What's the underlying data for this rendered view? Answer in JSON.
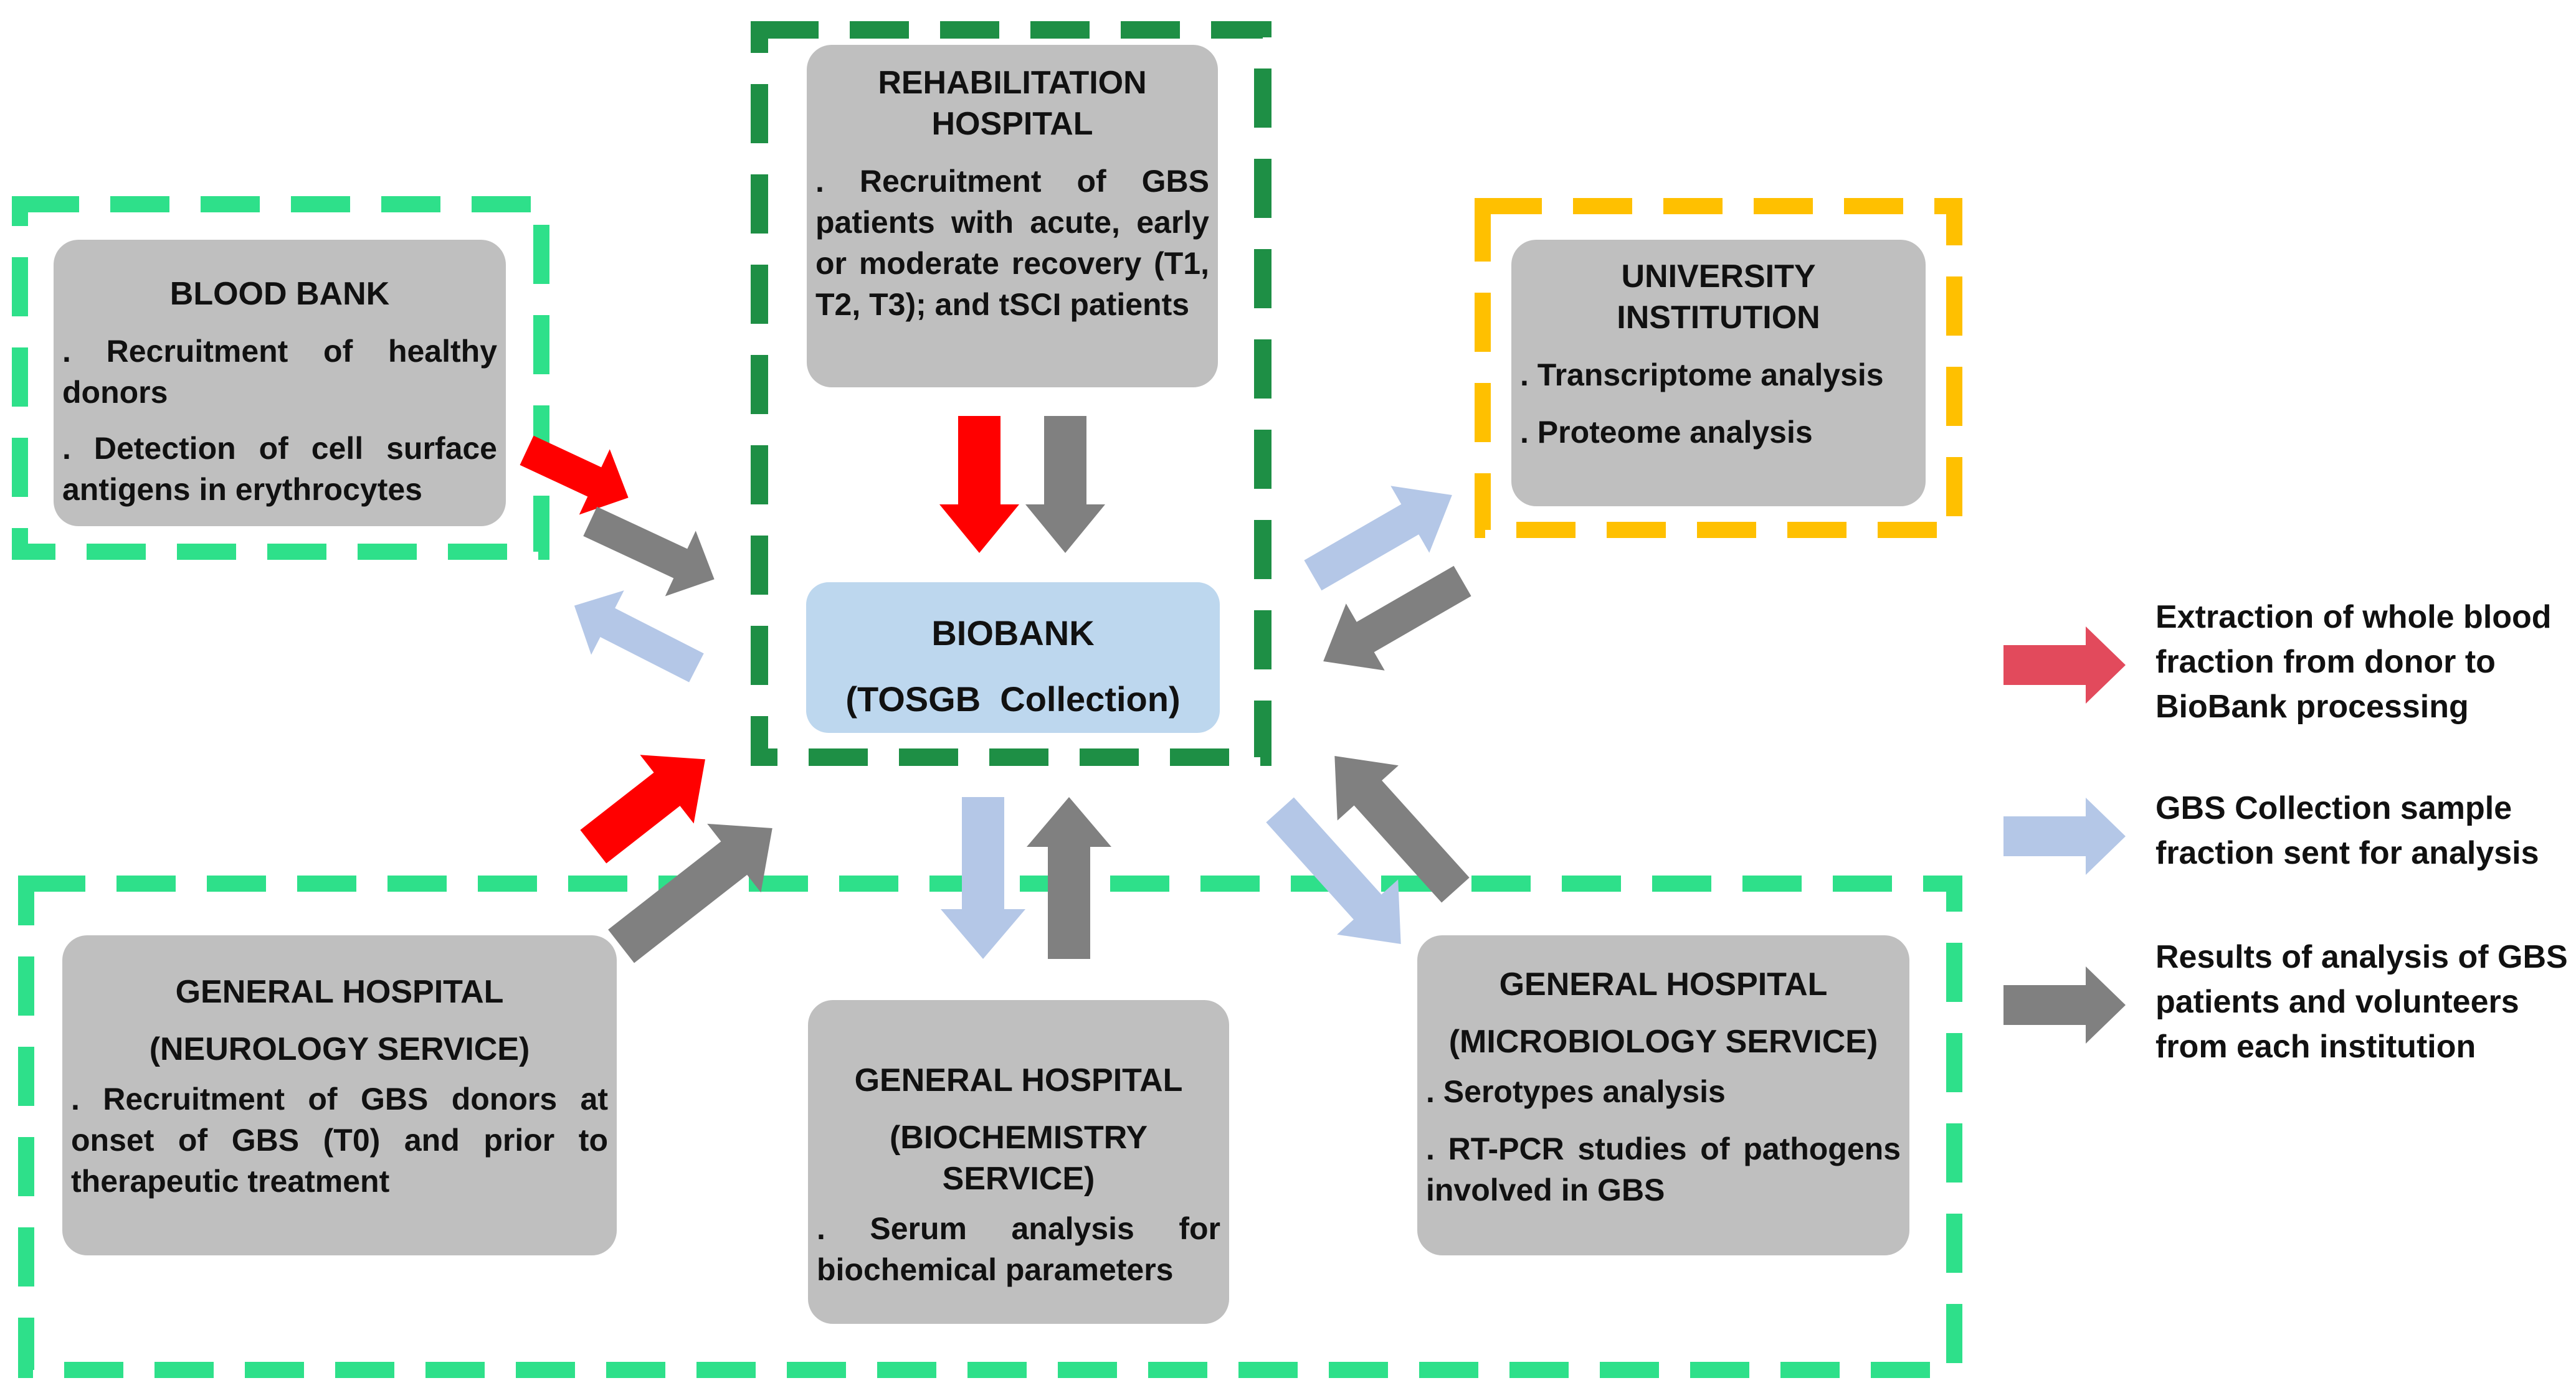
{
  "colors": {
    "background": "#ffffff",
    "box_gray": "#bfbfbf",
    "biobank_blue": "#bdd7ee",
    "arrow_red": "#ff0000",
    "arrow_gray": "#808080",
    "arrow_lightblue": "#b4c7e7",
    "legend_red": "#e24a5c",
    "dash_green_dark": "#1e8f45",
    "dash_green_light": "#2ee08a",
    "dash_yellow": "#ffc000"
  },
  "nodes": {
    "rehab": {
      "title_lines": [
        "REHABILITATION HOSPITAL"
      ],
      "items": [
        ". Recruitment of GBS patients with acute, early or moderate recovery (T1, T2, T3); and tSCI patients"
      ]
    },
    "bloodbank": {
      "title_lines": [
        "BLOOD BANK"
      ],
      "items": [
        ". Recruitment of healthy donors",
        ". Detection of cell surface antigens in erythrocytes"
      ]
    },
    "university": {
      "title_lines": [
        "UNIVERSITY INSTITUTION"
      ],
      "items": [
        ". Transcriptome analysis",
        ". Proteome analysis"
      ]
    },
    "biobank": {
      "line1": "BIOBANK",
      "line2": "(TOSGB  Collection)"
    },
    "neuro": {
      "title_lines": [
        "GENERAL HOSPITAL",
        "(NEUROLOGY SERVICE)"
      ],
      "items": [
        ". Recruitment of GBS donors at onset of GBS (T0) and prior to therapeutic treatment"
      ]
    },
    "biochem": {
      "title_lines": [
        "GENERAL HOSPITAL",
        "(BIOCHEMISTRY SERVICE)"
      ],
      "items": [
        ". Serum analysis for biochemical parameters"
      ]
    },
    "micro": {
      "title_lines": [
        "GENERAL HOSPITAL",
        "(MICROBIOLOGY SERVICE)"
      ],
      "items": [
        ". Serotypes analysis",
        ". RT-PCR studies of pathogens involved in GBS"
      ]
    }
  },
  "legend": [
    {
      "color": "legend_red",
      "text": "Extraction of whole blood\nfraction from donor to\nBioBank processing"
    },
    {
      "color": "arrow_lightblue",
      "text": "GBS Collection sample\nfraction sent for analysis"
    },
    {
      "color": "arrow_gray",
      "text": "Results of analysis of GBS\npatients and volunteers\nfrom each institution"
    }
  ]
}
